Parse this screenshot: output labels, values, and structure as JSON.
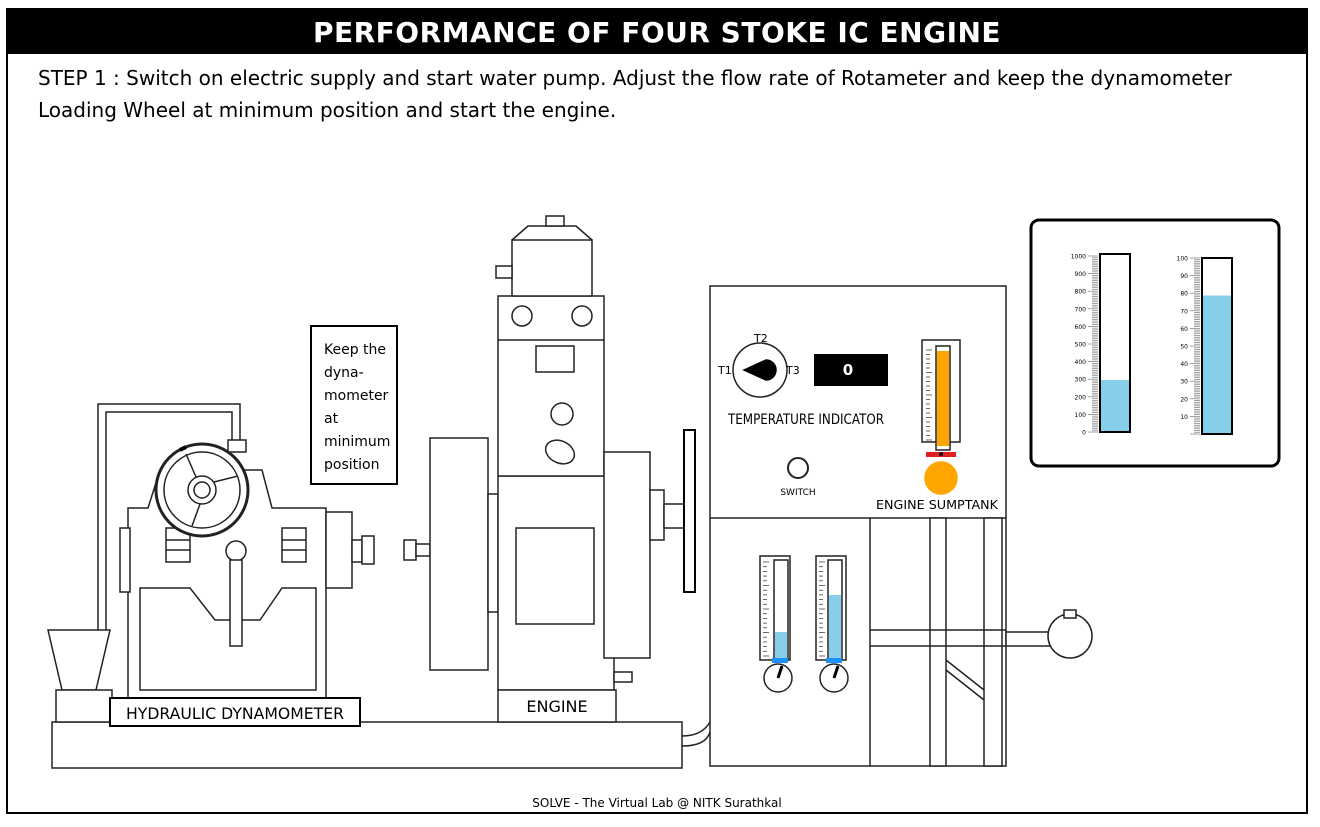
{
  "header": {
    "title": "PERFORMANCE OF FOUR STOKE IC ENGINE"
  },
  "instruction": {
    "step": "STEP 1 : Switch on electric supply and start water pump. Adjust the flow rate of Rotameter and keep the dynamometer Loading Wheel at minimum position and start the engine."
  },
  "hint": {
    "lines": [
      "Keep the",
      "dyna-",
      "mometer",
      "at",
      "minimum",
      "position"
    ]
  },
  "labels": {
    "dynamometer": "HYDRAULIC DYNAMOMETER",
    "engine": "ENGINE",
    "temperature_indicator": "TEMPERATURE INDICATOR",
    "switch": "SWITCH",
    "sumptank": "ENGINE SUMPTANK",
    "t1": "T1",
    "t2": "T2",
    "t3": "T3"
  },
  "temperature_display": {
    "value": "0"
  },
  "rotameter_scales": {
    "left": {
      "ticks": [
        "1000",
        "900",
        "800",
        "700",
        "600",
        "500",
        "400",
        "300",
        "200",
        "100",
        "0"
      ],
      "level_fraction": 0.29
    },
    "right": {
      "ticks": [
        "100",
        "90",
        "80",
        "70",
        "60",
        "50",
        "40",
        "30",
        "20",
        "10"
      ],
      "level_fraction": 0.79
    }
  },
  "flow_gauges": {
    "left_level_fraction": 0.28,
    "right_level_fraction": 0.65
  },
  "sumptank": {
    "level_fraction": 0.95
  },
  "colors": {
    "water": "#87ceeb",
    "oil": "#ffa500",
    "marker": "#e02020",
    "title_bg": "#000000",
    "title_fg": "#ffffff"
  },
  "footer": {
    "credit": "SOLVE - The Virtual Lab @ NITK Surathkal"
  }
}
